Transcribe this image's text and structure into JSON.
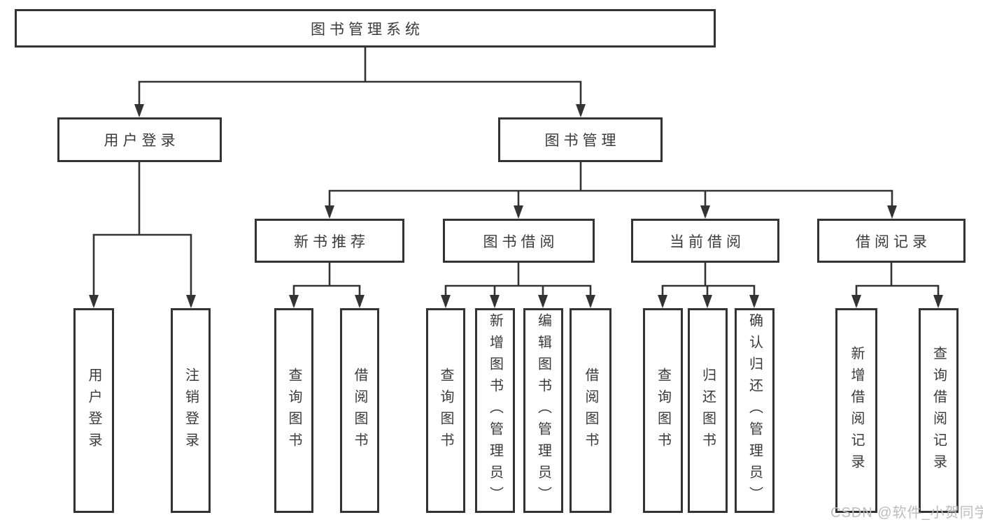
{
  "diagram": {
    "root": {
      "label": "图书管理系统"
    },
    "level2": [
      {
        "label": "用户登录"
      },
      {
        "label": "图书管理"
      }
    ],
    "level3": [
      {
        "label": "新书推荐"
      },
      {
        "label": "图书借阅"
      },
      {
        "label": "当前借阅"
      },
      {
        "label": "借阅记录"
      }
    ],
    "leaves": [
      {
        "label": "用户登录"
      },
      {
        "label": "注销登录"
      },
      {
        "label": "查询图书"
      },
      {
        "label": "借阅图书"
      },
      {
        "label": "查询图书"
      },
      {
        "label": "新增图书（管理员）"
      },
      {
        "label": "编辑图书（管理员）"
      },
      {
        "label": "借阅图书"
      },
      {
        "label": "查询图书"
      },
      {
        "label": "归还图书"
      },
      {
        "label": "确认归还（管理员）"
      },
      {
        "label": "新增借阅记录"
      },
      {
        "label": "查询借阅记录"
      }
    ],
    "watermark": "CSDN @软件_小贺同学",
    "colors": {
      "line": "#333333",
      "text": "#3a3a3a",
      "watermark_text": "#bcbcbc",
      "background": "#ffffff"
    }
  }
}
